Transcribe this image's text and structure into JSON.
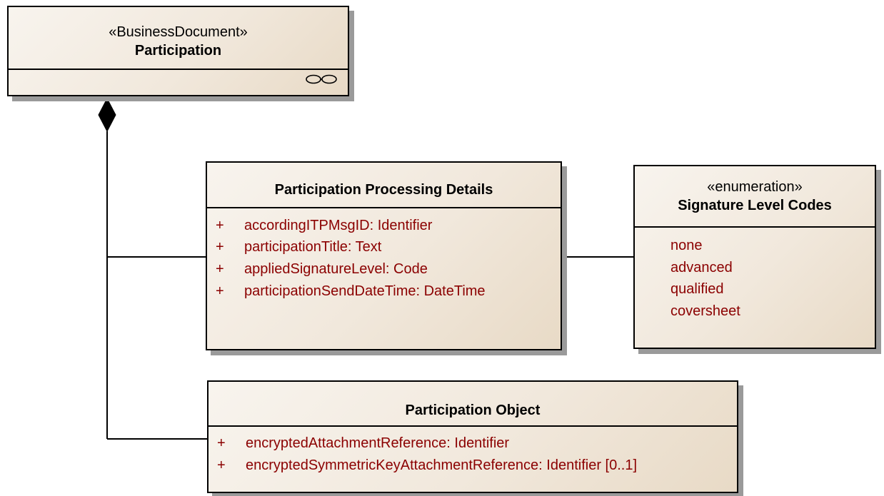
{
  "participation": {
    "stereotype": "«BusinessDocument»",
    "name": "Participation"
  },
  "processing_details": {
    "name": "Participation Processing Details",
    "attributes": [
      {
        "visibility": "+",
        "text": "accordingITPMsgID:  Identifier"
      },
      {
        "visibility": "+",
        "text": "participationTitle:  Text"
      },
      {
        "visibility": "+",
        "text": "appliedSignatureLevel:  Code"
      },
      {
        "visibility": "+",
        "text": "participationSendDateTime:  DateTime"
      }
    ]
  },
  "signature_codes": {
    "stereotype": "«enumeration»",
    "name": "Signature Level Codes",
    "literals": [
      "none",
      "advanced",
      "qualified",
      "coversheet"
    ]
  },
  "participation_object": {
    "name": "Participation Object",
    "attributes": [
      {
        "visibility": "+",
        "text": "encryptedAttachmentReference:  Identifier"
      },
      {
        "visibility": "+",
        "text": "encryptedSymmetricKeyAttachmentReference:  Identifier [0..1]"
      }
    ]
  },
  "colors": {
    "attribute_text": "#8b0000",
    "fill_light": "#f8f4ee",
    "fill_dark": "#e8dac6",
    "shadow": "#9a9a9a"
  }
}
